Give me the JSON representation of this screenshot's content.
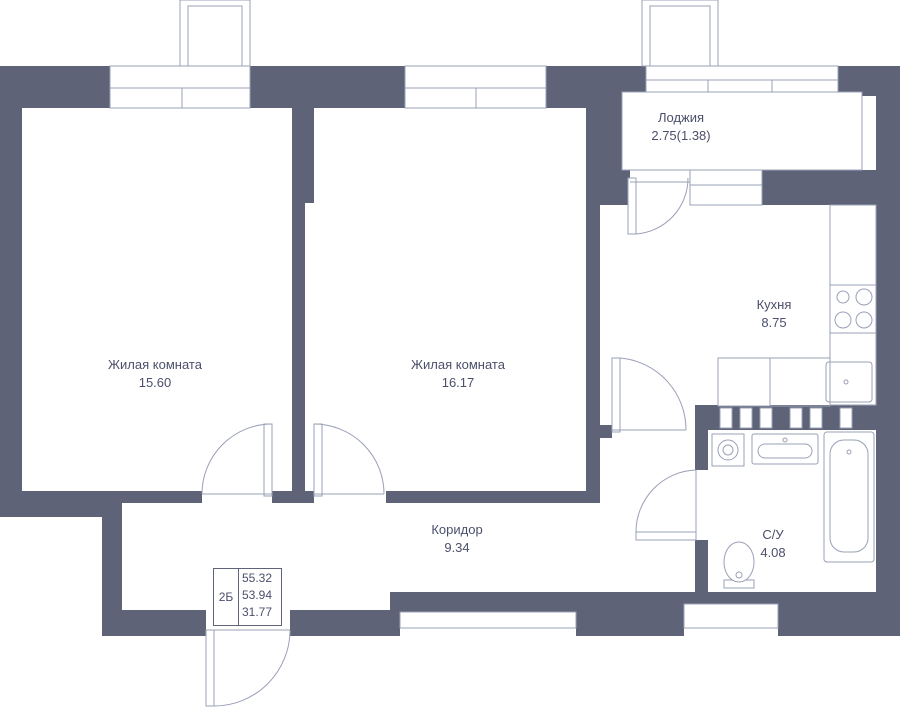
{
  "colors": {
    "wall": "#5f6378",
    "wall_dark": "#5a5f78",
    "line": "#9aa0b6",
    "text": "#4b4f6b"
  },
  "rooms": {
    "living1": {
      "name": "Жилая комната",
      "area": "15.60"
    },
    "living2": {
      "name": "Жилая комната",
      "area": "16.17"
    },
    "loggia": {
      "name": "Лоджия",
      "area": "2.75(1.38)"
    },
    "kitchen": {
      "name": "Кухня",
      "area": "8.75"
    },
    "corridor": {
      "name": "Коридор",
      "area": "9.34"
    },
    "bathroom": {
      "name": "С/У",
      "area": "4.08"
    }
  },
  "apartment": {
    "type": "2Б",
    "areas": [
      "55.32",
      "53.94",
      "31.77"
    ]
  }
}
